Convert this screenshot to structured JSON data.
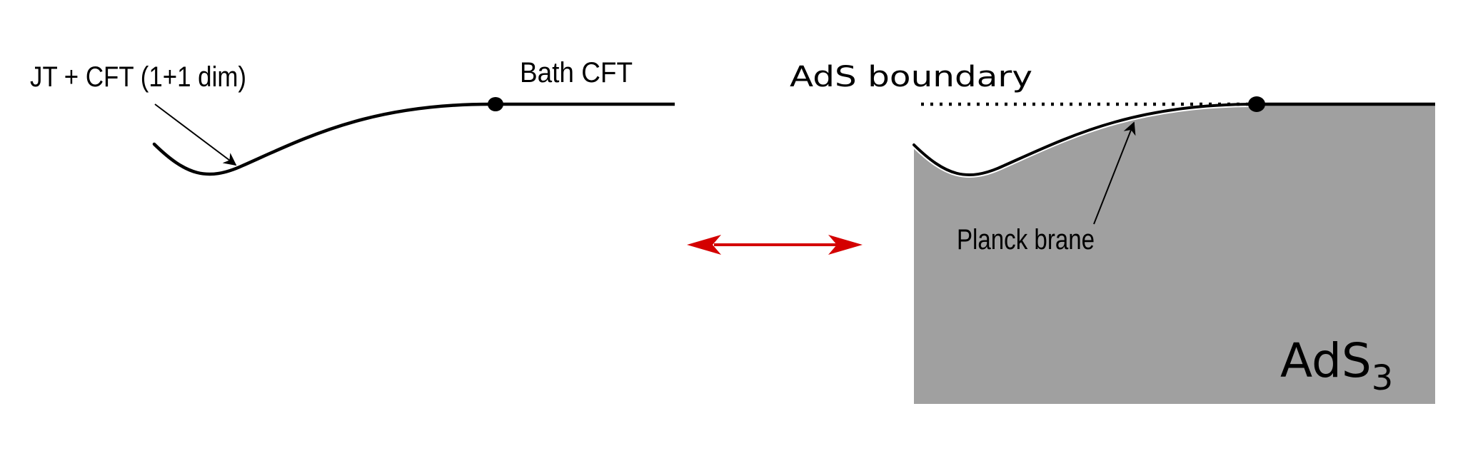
{
  "left_panel": {
    "label_jt": "JT + CFT (1+1 dim)",
    "label_bath": "Bath CFT"
  },
  "right_panel": {
    "label_boundary": "AdS boundary",
    "label_brane": "Planck brane",
    "label_bulk_main": "AdS",
    "label_bulk_sub": "3"
  },
  "colors": {
    "curve": "#000000",
    "bulk_fill": "#a0a0a0",
    "equivalence_arrow": "#d40000",
    "background": "#ffffff"
  },
  "icons": {
    "equivalence": "double-headed-arrow",
    "junction_left": "filled-dot",
    "junction_right": "filled-dot"
  }
}
